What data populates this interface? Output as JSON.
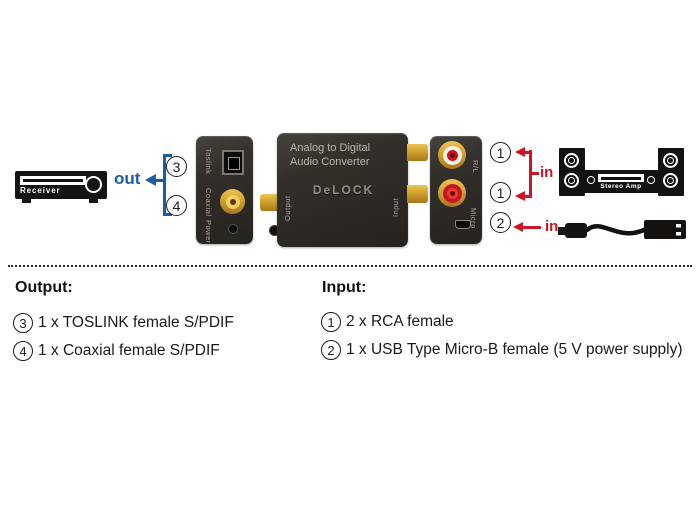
{
  "colors": {
    "accent_blue": "#1a5ca6",
    "accent_red": "#cc1522",
    "gold": "#d2a12e",
    "device_dark": "#2f2c28"
  },
  "receiver": {
    "label": "Receiver"
  },
  "out_callout": {
    "label": "out",
    "numbers": [
      "3",
      "4"
    ]
  },
  "converter": {
    "side_panel": {
      "toslink": "Toslink",
      "coaxial": "Coaxial",
      "power": "Power"
    },
    "top": {
      "title1": "Analog to Digital",
      "title2": "Audio Converter",
      "brand": "DeLOCK",
      "output_label": "Output",
      "input_label": "Input"
    },
    "right_panel": {
      "rca_label": "R/L",
      "usb_label": "Micro"
    }
  },
  "in_callout": {
    "rca_label": "in",
    "rca_numbers": [
      "1",
      "1"
    ],
    "usb_label": "in",
    "usb_number": "2"
  },
  "stereo_amp": {
    "label": "Stereo Amp"
  },
  "legend": {
    "output": {
      "title": "Output:",
      "items": [
        {
          "num": "3",
          "text": "1 x TOSLINK female S/PDIF"
        },
        {
          "num": "4",
          "text": "1 x Coaxial female S/PDIF"
        }
      ]
    },
    "input": {
      "title": "Input:",
      "items": [
        {
          "num": "1",
          "text": "2 x RCA female"
        },
        {
          "num": "2",
          "text": "1 x USB Type Micro-B female (5 V power supply)"
        }
      ]
    }
  }
}
